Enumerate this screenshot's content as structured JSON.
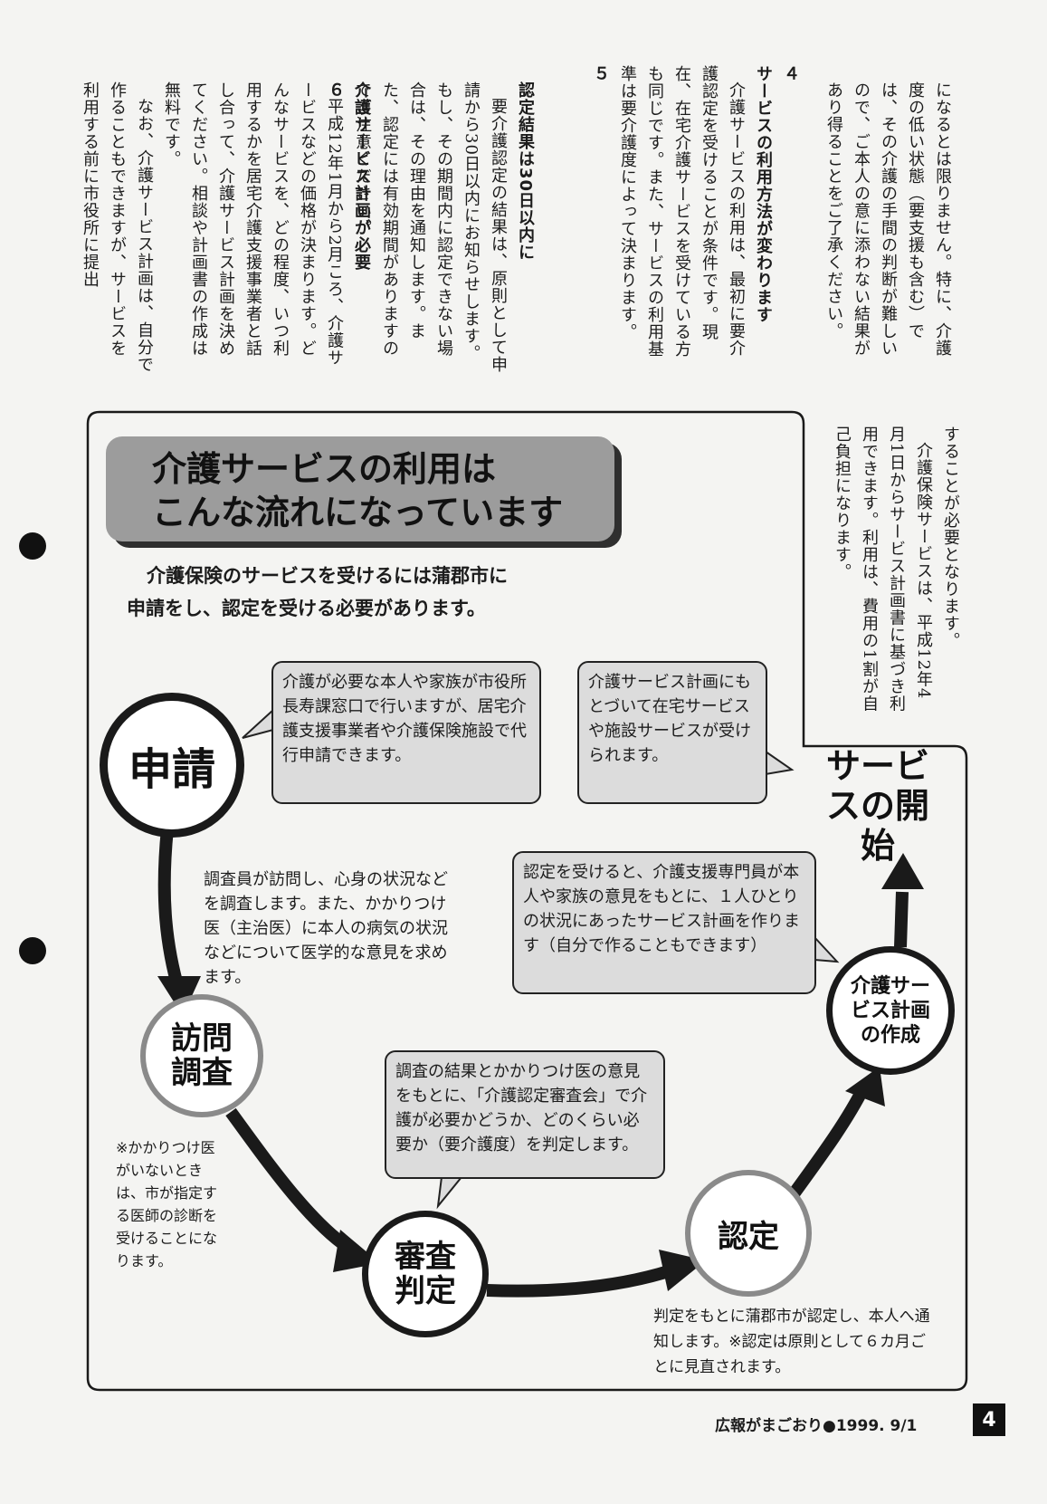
{
  "article": {
    "col_c": "になるとは限りません。特に、介護度の低い状態（要支援も含む）では、その介護の手間の判断が難しいので、ご本人の意に添わない結果があり得ることをご了承ください。",
    "sec4_num": "４",
    "sec4_heading": "サービスの利用方法が変わります",
    "sec4_body": "介護サービスの利用は、最初に要介護認定を受けることが条件です。現在、在宅介護サービスを受けている方も同じです。また、サービスの利用基準は要介護度によって決まります。",
    "sec5_num": "５",
    "sec5_heading": "認定結果は30日以内に",
    "sec5_body": "要介護認定の結果は、原則として申請から30日以内にお知らせします。もし、その期間内に認定できない場合は、その理由を通知します。また、認定には有効期間がありますのでご注意ください。",
    "sec6_num": "６",
    "sec6_heading": "介護サービス計画が必要",
    "sec6_body": "平成12年1月から2月ころ、介護サービスなどの価格が決まります。どんなサービスを、どの程度、いつ利用するかを居宅介護支援事業者と話し合って、介護サービス計画を決めてください。相談や計画書の作成は無料です。",
    "sec6_body2": "なお、介護サービス計画は、自分で作ることもできますが、サービスを利用する前に市役所に提出",
    "col_right": "することが必要となります。",
    "col_right2": "介護保険サービスは、平成12年4月1日からサービス計画書に基づき利用できます。利用は、費用の1割が自己負担になります。"
  },
  "flow": {
    "title_line1": "介護サービスの利用は",
    "title_line2": "こんな流れになっています",
    "intro_line1": "介護保険のサービスを受けるには蒲郡市に",
    "intro_line2": "申請をし、認定を受ける必要があります。",
    "step_apply": "申請",
    "step_visit": "訪問調査",
    "step_review": "審査判定",
    "step_cert": "認定",
    "step_plan": "介護サービス計画の作成",
    "step_start": "サービスの開始",
    "bubble_apply": "介護が必要な本人や家族が市役所長寿課窓口で行いますが、居宅介護支援事業者や介護保険施設で代行申請できます。",
    "bubble_service": "介護サービス計画にもとづいて在宅サービスや施設サービスが受けられます。",
    "note_visit": "調査員が訪問し、心身の状況などを調査します。また、かかりつけ医（主治医）に本人の病気の状況などについて医学的な意見を求めます。",
    "bubble_plan": "認定を受けると、介護支援専門員が本人や家族の意見をもとに、１人ひとりの状況にあったサービス計画を作ります（自分で作ることもできます）",
    "bubble_review": "調査の結果とかかりつけ医の意見をもとに、「介護認定審査会」で介護が必要かどうか、どのくらい必要か（要介護度）を判定します。",
    "note_doctor": "※かかりつけ医がいないときは、市が指定する医師の診断を受けることになります。",
    "note_cert": "判定をもとに蒲郡市が認定し、本人へ通知します。※認定は原則として６カ月ごとに見直されます。"
  },
  "footer": {
    "publication": "広報がまごおり●1999. 9/1",
    "page": "4"
  }
}
